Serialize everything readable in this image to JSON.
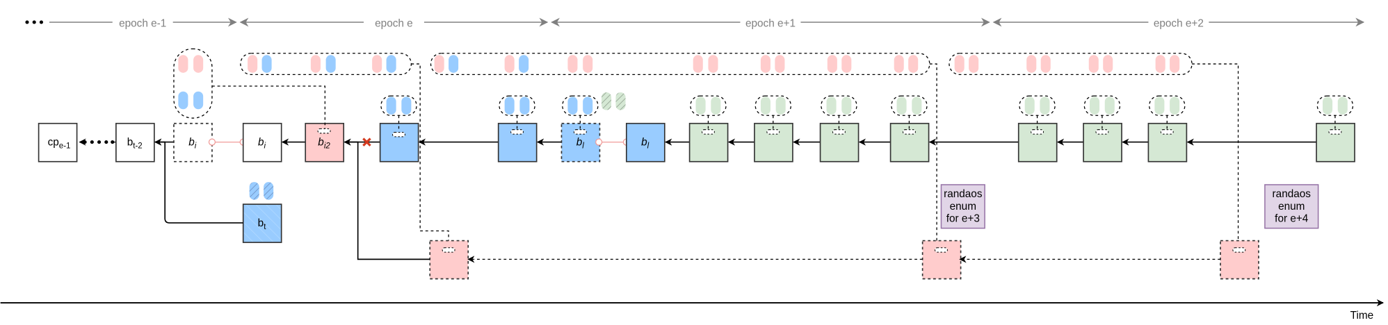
{
  "colors": {
    "blue": "#99ccff",
    "pink": "#ffcccc",
    "green": "#d5e8d4",
    "purple_fill": "#e1d5e7",
    "purple_stroke": "#9673a6",
    "conflict_line": "#f19c99",
    "cross": "#d33a1f",
    "epoch_axis": "#808080"
  },
  "epochs": [
    {
      "label": "epoch e-1"
    },
    {
      "label": "epoch e"
    },
    {
      "label": "epoch e+1"
    },
    {
      "label": "epoch e+2"
    }
  ],
  "blocks": {
    "cp": {
      "main": "cp",
      "sub": "e-1"
    },
    "bt2": {
      "main": "b",
      "sub": "t-2"
    },
    "bi_orphan": {
      "main": "b",
      "sub": "i"
    },
    "bi": {
      "main": "b",
      "sub": "i"
    },
    "bi2": {
      "main": "b",
      "sub": "i2"
    },
    "bl_orphan": {
      "main": "b",
      "sub": "l"
    },
    "bl": {
      "main": "b",
      "sub": "l"
    },
    "bt": {
      "main": "b",
      "sub": "t"
    }
  },
  "randao_boxes": [
    {
      "lines": [
        "randaos",
        "enum",
        "for e+3"
      ]
    },
    {
      "lines": [
        "randaos",
        "enum",
        "for e+4"
      ]
    }
  ],
  "time_axis": {
    "label": "Time"
  },
  "icons": {
    "ellipsis": "ellipsis-icon",
    "cross": "cross-icon"
  }
}
